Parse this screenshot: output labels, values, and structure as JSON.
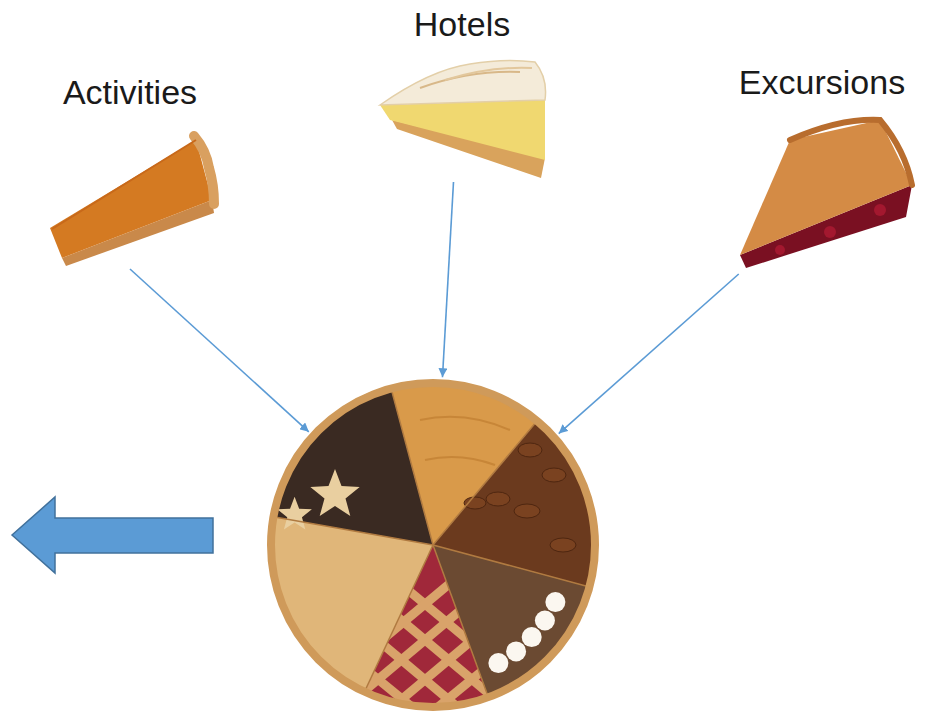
{
  "diagram": {
    "nodes": [
      {
        "text": [
          "Activities"
        ]
      },
      {
        "text": [
          "Hotels"
        ]
      },
      {
        "text": [
          "Excursions"
        ]
      },
      {
        "text": []
      }
    ],
    "edges": [
      {
        "from": 0,
        "to": 3,
        "arrow": "to"
      },
      {
        "from": 1,
        "to": 3,
        "arrow": "to"
      },
      {
        "from": 2,
        "to": 3,
        "arrow": "to"
      }
    ]
  }
}
